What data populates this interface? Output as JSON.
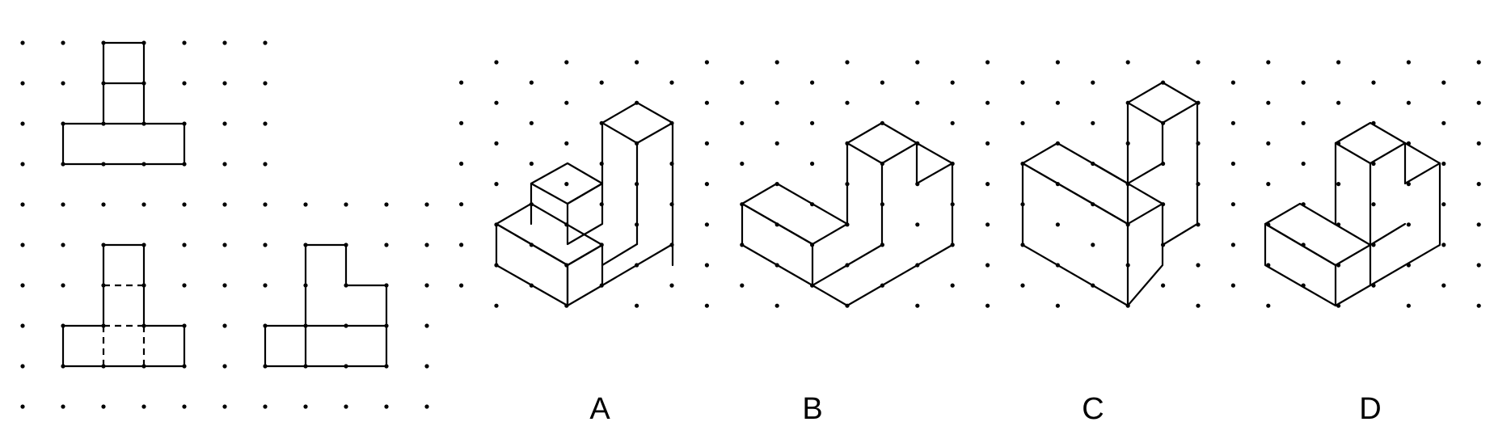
{
  "colors": {
    "ink": "#000000",
    "background": "#ffffff"
  },
  "options": [
    {
      "label": "A"
    },
    {
      "label": "B"
    },
    {
      "label": "C"
    },
    {
      "label": "D"
    }
  ]
}
